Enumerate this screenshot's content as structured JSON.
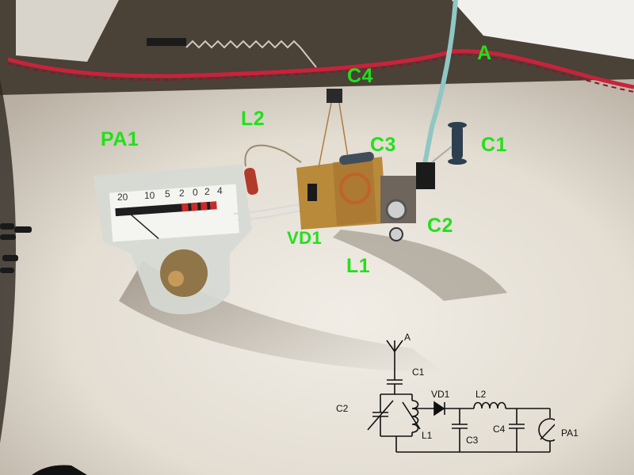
{
  "photo_labels": {
    "A": "A",
    "C4": "C4",
    "L2": "L2",
    "PA1": "PA1",
    "C3": "C3",
    "C1": "C1",
    "C2": "C2",
    "VD1": "VD1",
    "L1": "L1"
  },
  "meter_scale": [
    "20",
    "10",
    "5",
    "2",
    "0",
    "2",
    "4"
  ],
  "schematic_labels": {
    "A": "A",
    "C1": "C1",
    "VD1": "VD1",
    "L2": "L2",
    "C2": "C2",
    "L1": "L1",
    "C3": "C3",
    "C4": "C4",
    "PA1": "PA1"
  },
  "colors": {
    "label_green": "#22e01a",
    "paper": "#e9e4da",
    "board": "#b88a3a",
    "wire_red": "#c8233a",
    "antenna": "#8fc7c4"
  }
}
